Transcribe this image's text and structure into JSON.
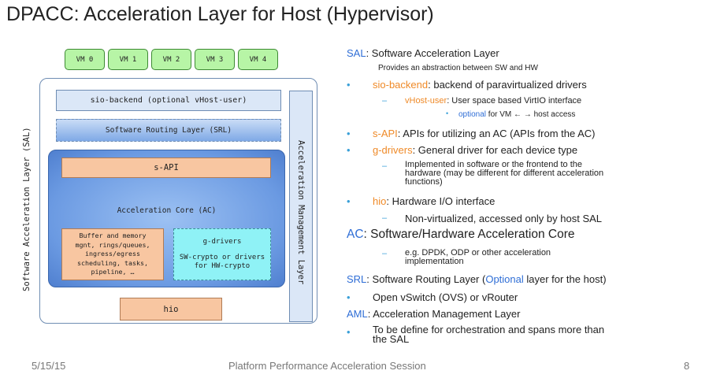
{
  "title": "DPACC: Acceleration Layer for Host (Hypervisor)",
  "diagram": {
    "vms": [
      "VM 0",
      "VM 1",
      "VM 2",
      "VM 3",
      "VM 4"
    ],
    "sal_label": "Software Acceleration Layer (SAL)",
    "aml_label": "Acceleration Management Layer",
    "sio": "sio-backend (optional vHost-user)",
    "srl": "Software Routing Layer (SRL)",
    "sapi": "s-API",
    "core": "Acceleration Core (AC)",
    "buffer_lines": [
      "Buffer and memory",
      "mgnt, rings/queues,",
      "ingress/egress",
      "scheduling, tasks,",
      "pipeline, …"
    ],
    "gdrivers_title": "g-drivers",
    "gdrivers_lines": [
      "SW-crypto or drivers",
      "for HW-crypto"
    ],
    "hio": "hio"
  },
  "text": {
    "sal_term": "SAL",
    "sal_def": ": Software Acceleration Layer",
    "sal_desc": "Provides an abstraction between SW and HW",
    "sio_term": "sio-backend",
    "sio_def": ": backend of paravirtualized drivers",
    "vhost_term": "vHost-user",
    "vhost_def": ": User space based VirtIO interface",
    "optional_term": "optional",
    "optional_def": " for VM ← → host access",
    "sapi_term": "s-API",
    "sapi_def": ": APIs for utilizing an AC (APIs from the AC)",
    "gdrv_term": "g-drivers",
    "gdrv_def": ": General driver for each device type",
    "gdrv_desc": [
      "Implemented in software or the frontend to the",
      "hardware (may be different for different acceleration",
      "functions)"
    ],
    "hio_term": "hio",
    "hio_def": ": Hardware I/O interface",
    "hio_desc": "Non-virtualized, accessed only by host SAL",
    "ac_term": "AC",
    "ac_def": ": Software/Hardware Acceleration Core",
    "ac_desc": [
      "e.g. DPDK, ODP or other acceleration",
      "implementation"
    ],
    "srl_term": "SRL",
    "srl_def_a": ": Software Routing Layer (",
    "srl_opt": "Optional",
    "srl_def_b": " layer for the host)",
    "srl_desc": "Open vSwitch (OVS) or vRouter",
    "aml_term": "AML",
    "aml_def": ": Acceleration Management Layer",
    "aml_desc": [
      "To be define for orchestration and spans more than",
      "the SAL"
    ]
  },
  "footer": {
    "date": "5/15/15",
    "center": "Platform Performance Acceleration Session",
    "page": "8"
  },
  "colors": {
    "accent_blue": "#2f6ed6",
    "accent_orange": "#ef8a28",
    "bullet": "#3aa0d8"
  }
}
